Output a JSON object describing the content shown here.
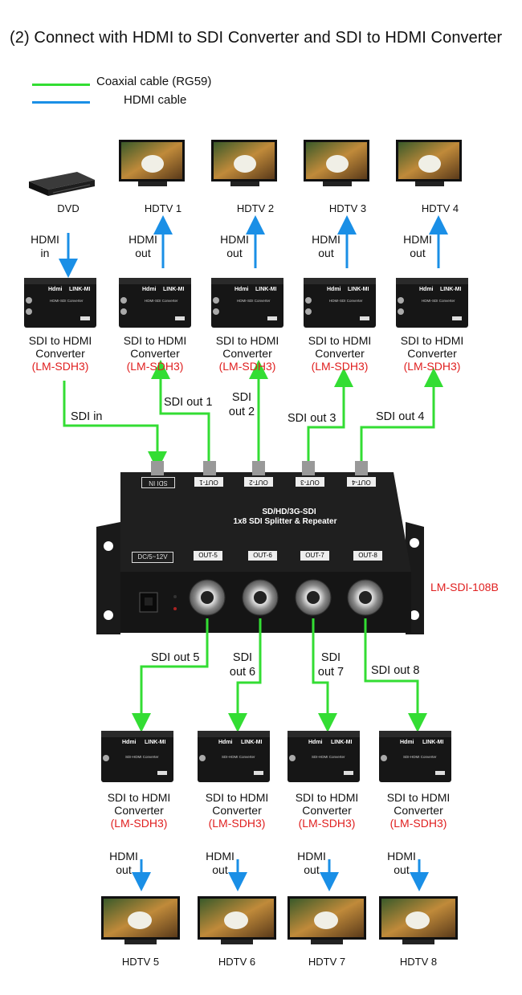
{
  "title": "(2) Connect with HDMI to SDI Converter and SDI to HDMI Converter",
  "legend": {
    "coax": {
      "label": "Coaxial cable (RG59)",
      "color": "#33dd33"
    },
    "hdmi": {
      "label": "HDMI cable",
      "color": "#1a8fe6"
    }
  },
  "source": {
    "label": "DVD",
    "hdmi_label": [
      "HDMI",
      "in"
    ]
  },
  "top_tvs": [
    "HDTV 1",
    "HDTV 2",
    "HDTV 3",
    "HDTV 4"
  ],
  "bottom_tvs": [
    "HDTV 5",
    "HDTV 6",
    "HDTV 7",
    "HDTV 8"
  ],
  "hdmi_out_label": [
    "HDMI",
    "out"
  ],
  "converter": {
    "name_line1": "SDI to HDMI",
    "name_line2": "Converter",
    "model": "(LM-SDH3)",
    "brand": "LINK-MI",
    "hdmi_logo": "Hdmi",
    "top_caption_first": "HDMI-SDI Converter",
    "caption_bottom": "SDI-HDMI Converter"
  },
  "sdi_links_top": [
    "SDI in",
    "SDI out 1",
    "SDI\nout 2",
    "SDI out 3",
    "SDI out 4"
  ],
  "sdi_links_bottom": [
    "SDI out 5",
    "SDI\nout 6",
    "SDI\nout 7",
    "SDI out 8"
  ],
  "splitter": {
    "model": "LM-SDI-108B",
    "line1": "SD/HD/3G-SDI",
    "line2": "1x8 SDI Splitter & Repeater",
    "power": "DC/5~12V",
    "top_ports": [
      "SDI IN",
      "OUT-1",
      "OUT-2",
      "OUT-3",
      "OUT-4"
    ],
    "front_ports": [
      "OUT-5",
      "OUT-6",
      "OUT-7",
      "OUT-8"
    ]
  }
}
